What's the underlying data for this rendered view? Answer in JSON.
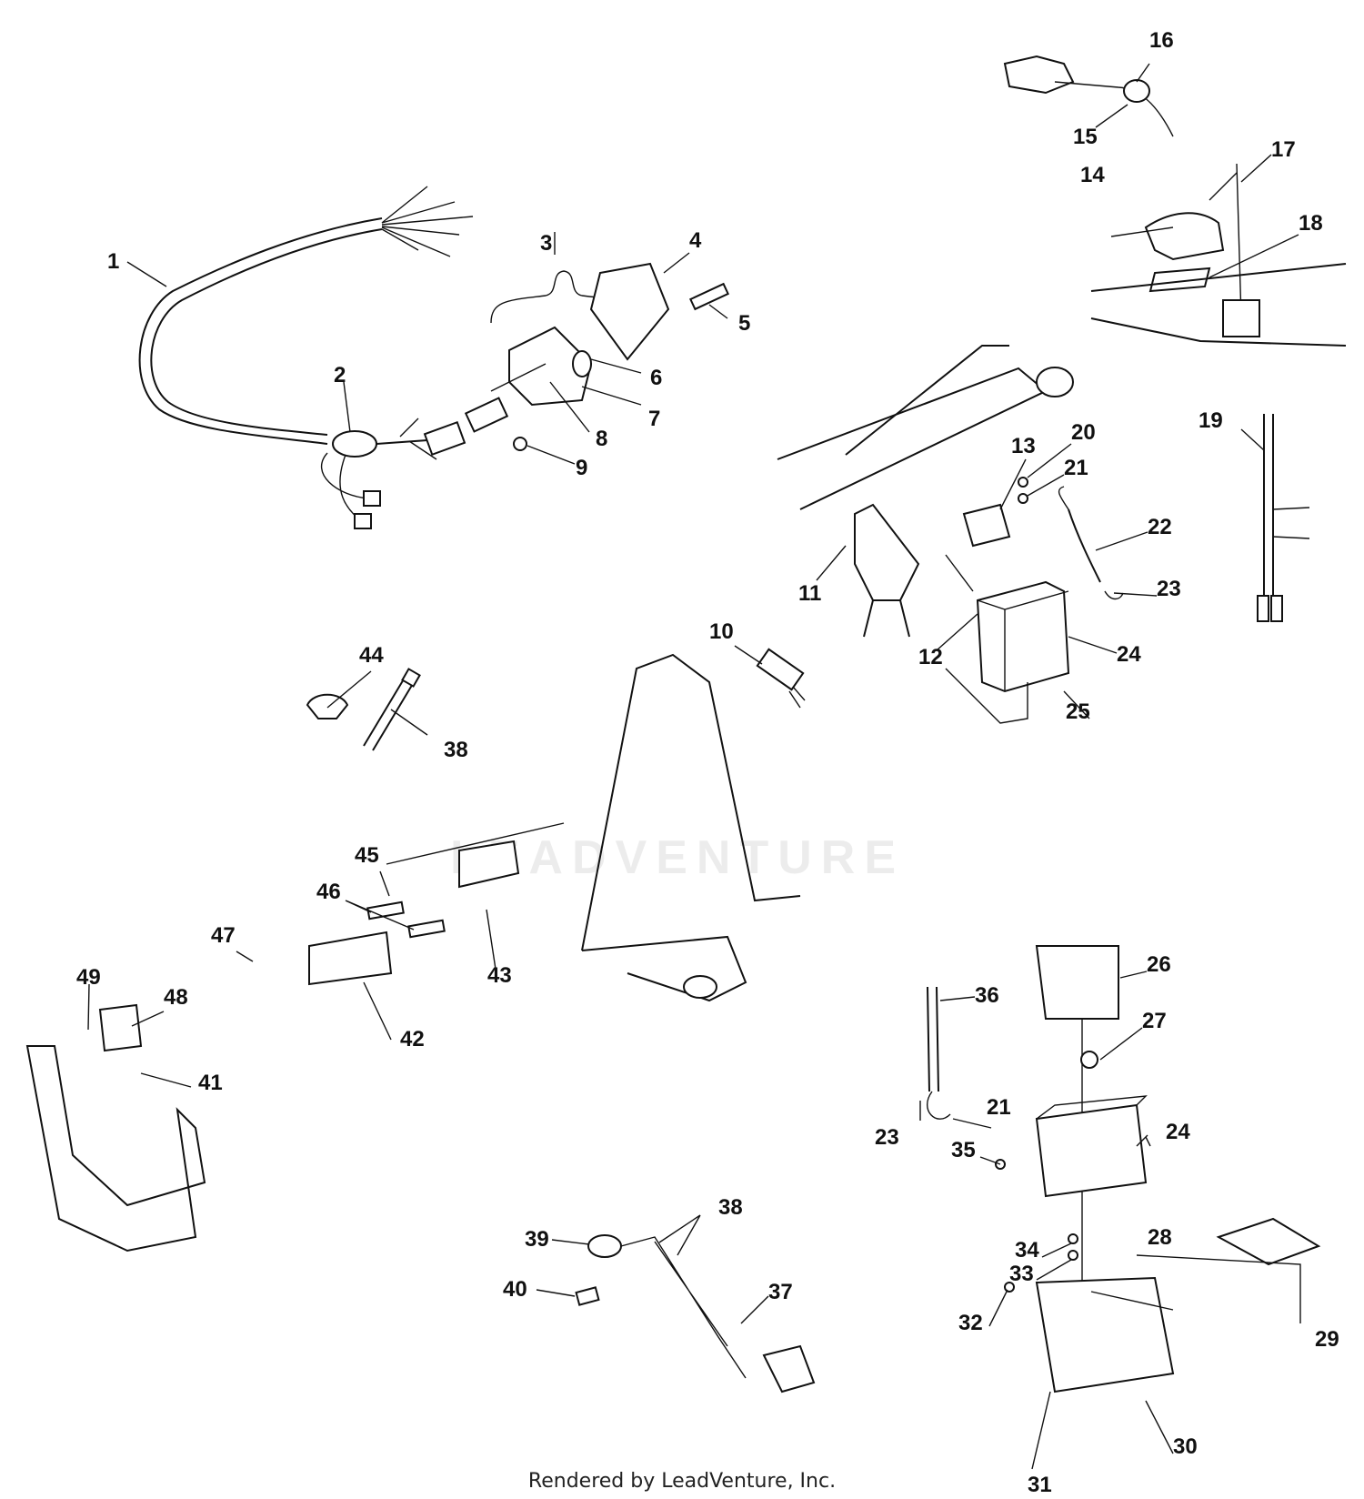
{
  "footer": {
    "credit": "Rendered by LeadVenture, Inc."
  },
  "watermark": {
    "text": "LEADVENTURE"
  },
  "callouts": [
    {
      "id": "1",
      "label": "1"
    },
    {
      "id": "2",
      "label": "2"
    },
    {
      "id": "3",
      "label": "3"
    },
    {
      "id": "4",
      "label": "4"
    },
    {
      "id": "5",
      "label": "5"
    },
    {
      "id": "6",
      "label": "6"
    },
    {
      "id": "7",
      "label": "7"
    },
    {
      "id": "8",
      "label": "8"
    },
    {
      "id": "9",
      "label": "9"
    },
    {
      "id": "10",
      "label": "10"
    },
    {
      "id": "11",
      "label": "11"
    },
    {
      "id": "12",
      "label": "12"
    },
    {
      "id": "13",
      "label": "13"
    },
    {
      "id": "14",
      "label": "14"
    },
    {
      "id": "15",
      "label": "15"
    },
    {
      "id": "16",
      "label": "16"
    },
    {
      "id": "17",
      "label": "17"
    },
    {
      "id": "18",
      "label": "18"
    },
    {
      "id": "19",
      "label": "19"
    },
    {
      "id": "20",
      "label": "20"
    },
    {
      "id": "21a",
      "label": "21"
    },
    {
      "id": "22",
      "label": "22"
    },
    {
      "id": "23a",
      "label": "23"
    },
    {
      "id": "24a",
      "label": "24"
    },
    {
      "id": "25",
      "label": "25"
    },
    {
      "id": "26",
      "label": "26"
    },
    {
      "id": "27",
      "label": "27"
    },
    {
      "id": "28",
      "label": "28"
    },
    {
      "id": "29",
      "label": "29"
    },
    {
      "id": "30",
      "label": "30"
    },
    {
      "id": "31",
      "label": "31"
    },
    {
      "id": "32",
      "label": "32"
    },
    {
      "id": "33",
      "label": "33"
    },
    {
      "id": "34",
      "label": "34"
    },
    {
      "id": "35",
      "label": "35"
    },
    {
      "id": "36",
      "label": "36"
    },
    {
      "id": "37",
      "label": "37"
    },
    {
      "id": "38a",
      "label": "38"
    },
    {
      "id": "38b",
      "label": "38"
    },
    {
      "id": "39",
      "label": "39"
    },
    {
      "id": "40",
      "label": "40"
    },
    {
      "id": "41",
      "label": "41"
    },
    {
      "id": "42",
      "label": "42"
    },
    {
      "id": "43",
      "label": "43"
    },
    {
      "id": "44",
      "label": "44"
    },
    {
      "id": "45",
      "label": "45"
    },
    {
      "id": "46",
      "label": "46"
    },
    {
      "id": "47",
      "label": "47"
    },
    {
      "id": "48",
      "label": "48"
    },
    {
      "id": "49",
      "label": "49"
    },
    {
      "id": "21b",
      "label": "21"
    },
    {
      "id": "23b",
      "label": "23"
    },
    {
      "id": "24b",
      "label": "24"
    }
  ]
}
